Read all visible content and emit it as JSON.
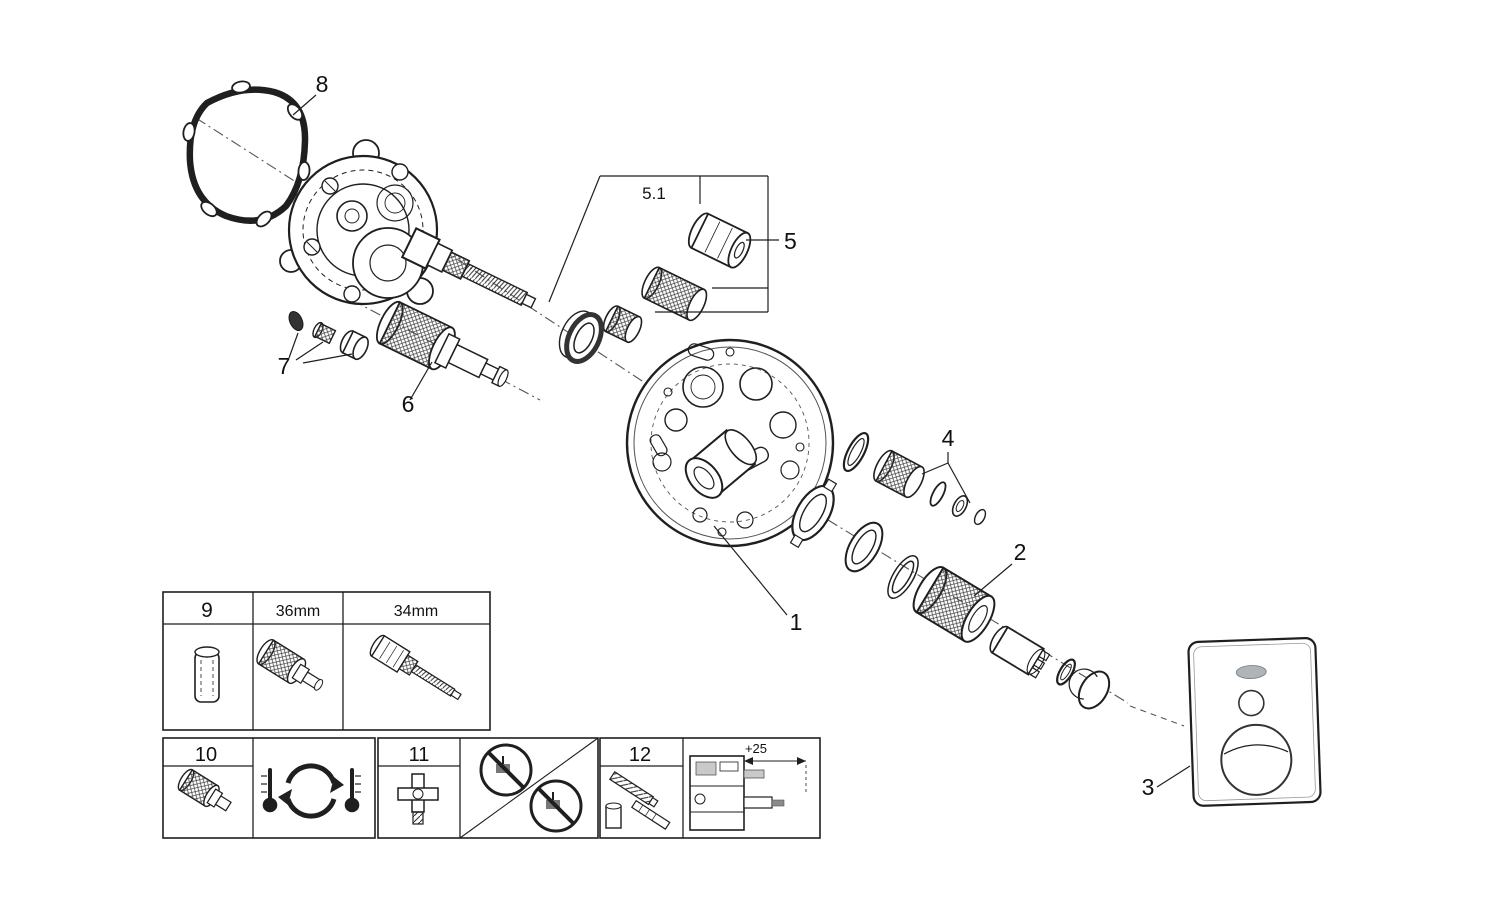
{
  "colors": {
    "background": "#ffffff",
    "line": "#1f1f1f",
    "construction": "#555555",
    "shade": "#c9c9c9"
  },
  "callouts": {
    "part1": "1",
    "part2": "2",
    "part3": "3",
    "part4": "4",
    "part5": "5",
    "part5_1": "5.1",
    "part6": "6",
    "part7": "7",
    "part8": "8"
  },
  "legend": {
    "box9": {
      "number": "9",
      "variant_small": "36mm",
      "variant_large": "34mm"
    },
    "box10": {
      "number": "10"
    },
    "box11": {
      "number": "11"
    },
    "box12": {
      "number": "12",
      "dimension_label": "+25"
    }
  }
}
